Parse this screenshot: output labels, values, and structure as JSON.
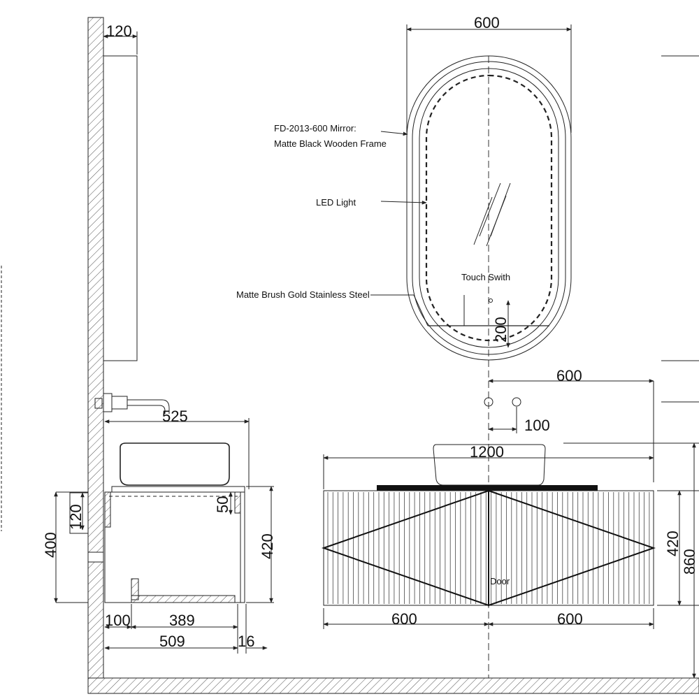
{
  "dimensions": {
    "wall_offset": "120",
    "mirror_width": "600",
    "switch_height": "200",
    "cabinet_half_width": "600",
    "tap_spacing": "100",
    "cabinet_total_width": "1200",
    "side_depth": "525",
    "side_tap_height": "120",
    "side_top_thickness": "50",
    "side_mount_height": "400",
    "side_cabinet_height": "420",
    "side_base_left": "100",
    "side_base_inner": "389",
    "side_total_depth": "509",
    "side_panel": "16",
    "front_cabinet_height": "420",
    "front_total_height": "860",
    "front_left_width": "600",
    "front_right_width": "600"
  },
  "labels": {
    "mirror_model": "FD-2013-600 Mirror:",
    "mirror_frame": "Matte Black Wooden Frame",
    "led": "LED Light",
    "touch_switch": "Touch Swith",
    "steel": "Matte Brush Gold Stainless Steel",
    "door": "Door"
  }
}
